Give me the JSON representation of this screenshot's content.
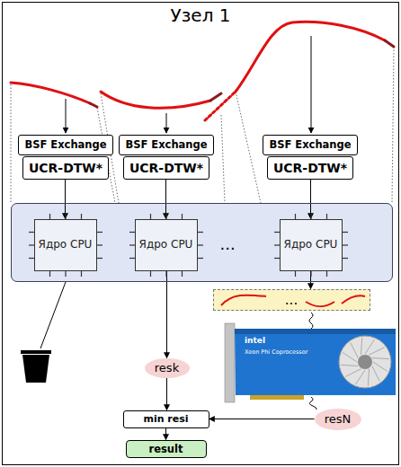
{
  "diagram": {
    "nodes": [
      {
        "text": [
          "Узел 1"
        ]
      },
      {
        "text": [
          "BSF Exchange"
        ],
        "in": 0
      },
      {
        "text": [
          "UCR-DTW*"
        ],
        "in": 0
      },
      {
        "text": [
          "BSF Exchange"
        ],
        "in": 0
      },
      {
        "text": [
          "UCR-DTW*"
        ],
        "in": 0
      },
      {
        "text": [
          "BSF Exchange"
        ],
        "in": 0
      },
      {
        "text": [
          "UCR-DTW*"
        ],
        "in": 0
      },
      {
        "text": [
          "..."
        ],
        "in": 0
      },
      {
        "text": [
          "Ядро CPU"
        ],
        "in": 7
      },
      {
        "text": [
          "Ядро CPU"
        ],
        "in": 7
      },
      {
        "text": [
          "Ядро CPU"
        ],
        "in": 7
      },
      {
        "text": [
          "..."
        ],
        "in": 0
      },
      {
        "text": [
          "resk"
        ],
        "in": 0
      },
      {
        "text": [
          "min resi"
        ],
        "in": 0
      },
      {
        "text": [
          "resN"
        ],
        "in": 0
      },
      {
        "text": [
          "result"
        ],
        "in": 0
      }
    ],
    "edges": [
      {
        "from": 2,
        "to": 8,
        "arrow": "to"
      },
      {
        "from": 4,
        "to": 9,
        "arrow": "to"
      },
      {
        "from": 6,
        "to": 10,
        "arrow": "to"
      },
      {
        "from": 10,
        "to": 11,
        "arrow": "to"
      },
      {
        "from": 9,
        "to": 12,
        "arrow": "to"
      },
      {
        "from": 12,
        "to": 13,
        "arrow": "to"
      },
      {
        "from": 14,
        "to": 13,
        "arrow": "to"
      },
      {
        "from": 13,
        "to": 15,
        "arrow": "to"
      }
    ],
    "labels": [
      "intel",
      "Xeon Phi Coprocessor"
    ]
  }
}
